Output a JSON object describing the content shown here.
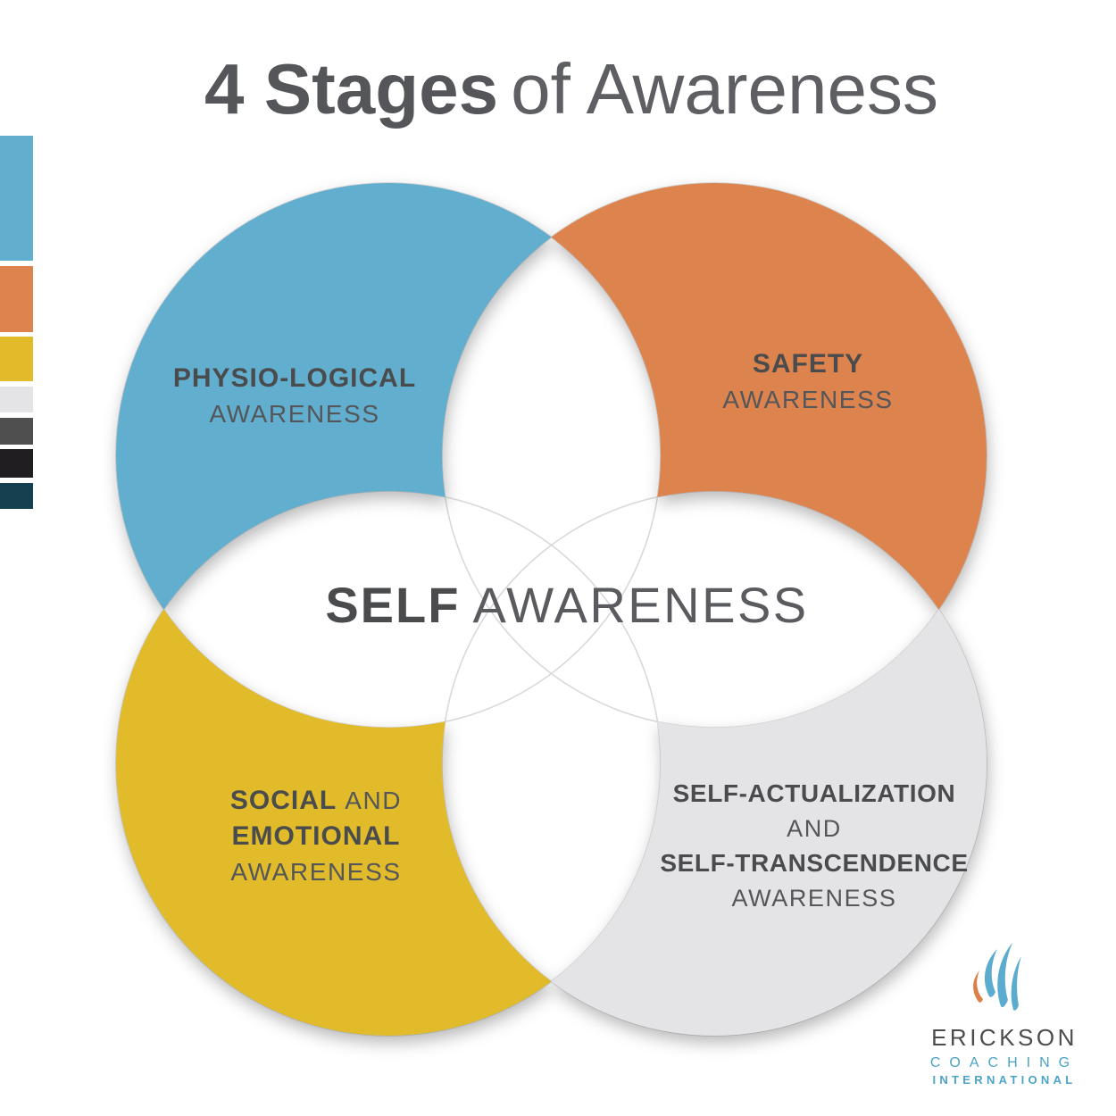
{
  "page": {
    "background": "#ffffff"
  },
  "title": {
    "bold": "4 Stages",
    "light": "of Awareness"
  },
  "palette": {
    "swatches": [
      {
        "name": "blue",
        "color": "#62AECE"
      },
      {
        "name": "orange",
        "color": "#DD834E"
      },
      {
        "name": "yellow",
        "color": "#E1BB2A"
      },
      {
        "name": "light-gray",
        "color": "#E4E4E7"
      },
      {
        "name": "dark-gray",
        "color": "#4F4F4F"
      },
      {
        "name": "black",
        "color": "#211E21"
      },
      {
        "name": "dark-teal",
        "color": "#15404F"
      }
    ]
  },
  "venn": {
    "outline_color": "#D9D9DA",
    "center_label": {
      "bold": "SELF",
      "light": "AWARENESS"
    },
    "circles": [
      {
        "name": "physiological-awareness",
        "color": "#62AECE",
        "line1_bold": "PHYSIO-LOGICAL",
        "line2_light": "AWARENESS"
      },
      {
        "name": "safety-awareness",
        "color": "#DD834E",
        "line1_bold": "SAFETY",
        "line2_light": "AWARENESS"
      },
      {
        "name": "social-emotional-awareness",
        "color": "#E1BB2A",
        "line1_bold": "SOCIAL",
        "line1_light": "AND",
        "line2_bold": "EMOTIONAL",
        "line3_light": "AWARENESS"
      },
      {
        "name": "self-actualization-transcendence-awareness",
        "color": "#E4E4E6",
        "line1_bold": "SELF-ACTUALIZATION",
        "line2_light": "AND",
        "line3_bold": "SELF-TRANSCENDENCE",
        "line4_light": "AWARENESS"
      }
    ]
  },
  "logo": {
    "flame_blue": "#5BACCE",
    "flame_orange": "#DC8049",
    "name": "ERICKSON",
    "name_color": "#4B4C4E",
    "line2": "COACHING",
    "line3": "INTERNATIONAL",
    "sub_color": "#4BA3C6"
  }
}
